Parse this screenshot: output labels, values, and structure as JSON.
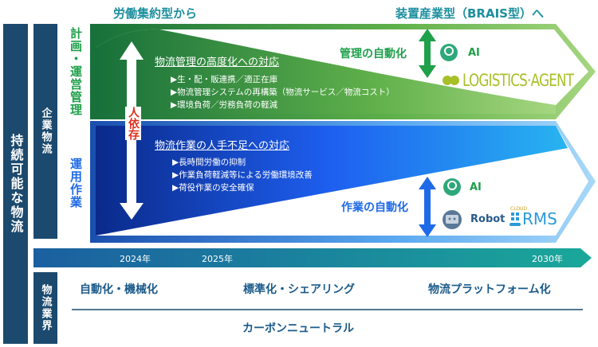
{
  "header": {
    "from": "労働集約型から",
    "to": "装置産業型（BRAIS型）へ"
  },
  "left_bars": {
    "sustainable": "持続可能な物流",
    "corporate": "企業物流",
    "industry": "物流業界"
  },
  "row_labels": {
    "planning": "計画・運営管理",
    "operation": "運用作業"
  },
  "human_dependency": "人依存",
  "management": {
    "title": "物流管理の高度化への対応",
    "bullets": [
      "▶生・配・販連携／適正在庫",
      "▶物流管理システムの再構築（物流サービス／物流コスト）",
      "▶環境負荷／労務負荷の軽減"
    ],
    "automation": "管理の自動化",
    "ai_label": "AI",
    "logo": "LOGISTICS·AGENT"
  },
  "operations": {
    "title": "物流作業の人手不足への対応",
    "bullets": [
      "▶長時間労働の抑制",
      "▶作業負荷軽減等による労働環境改善",
      "▶荷役作業の安全確保"
    ],
    "automation": "作業の自動化",
    "ai_label": "AI",
    "robot_label": "Robot",
    "logo_small": "CLOUD",
    "logo": "RMS"
  },
  "timeline": [
    "2024年",
    "2025年",
    "2030年"
  ],
  "industry_items": [
    "自動化・機械化",
    "標準化・シェアリング",
    "物流プラットフォーム化"
  ],
  "carbon": "カーボンニュートラル",
  "colors": {
    "navy": "#1c4a6e",
    "green": "#2e9a4a",
    "blue": "#1f5fe0",
    "teal": "#1c8f9e",
    "red": "#e0301e"
  }
}
